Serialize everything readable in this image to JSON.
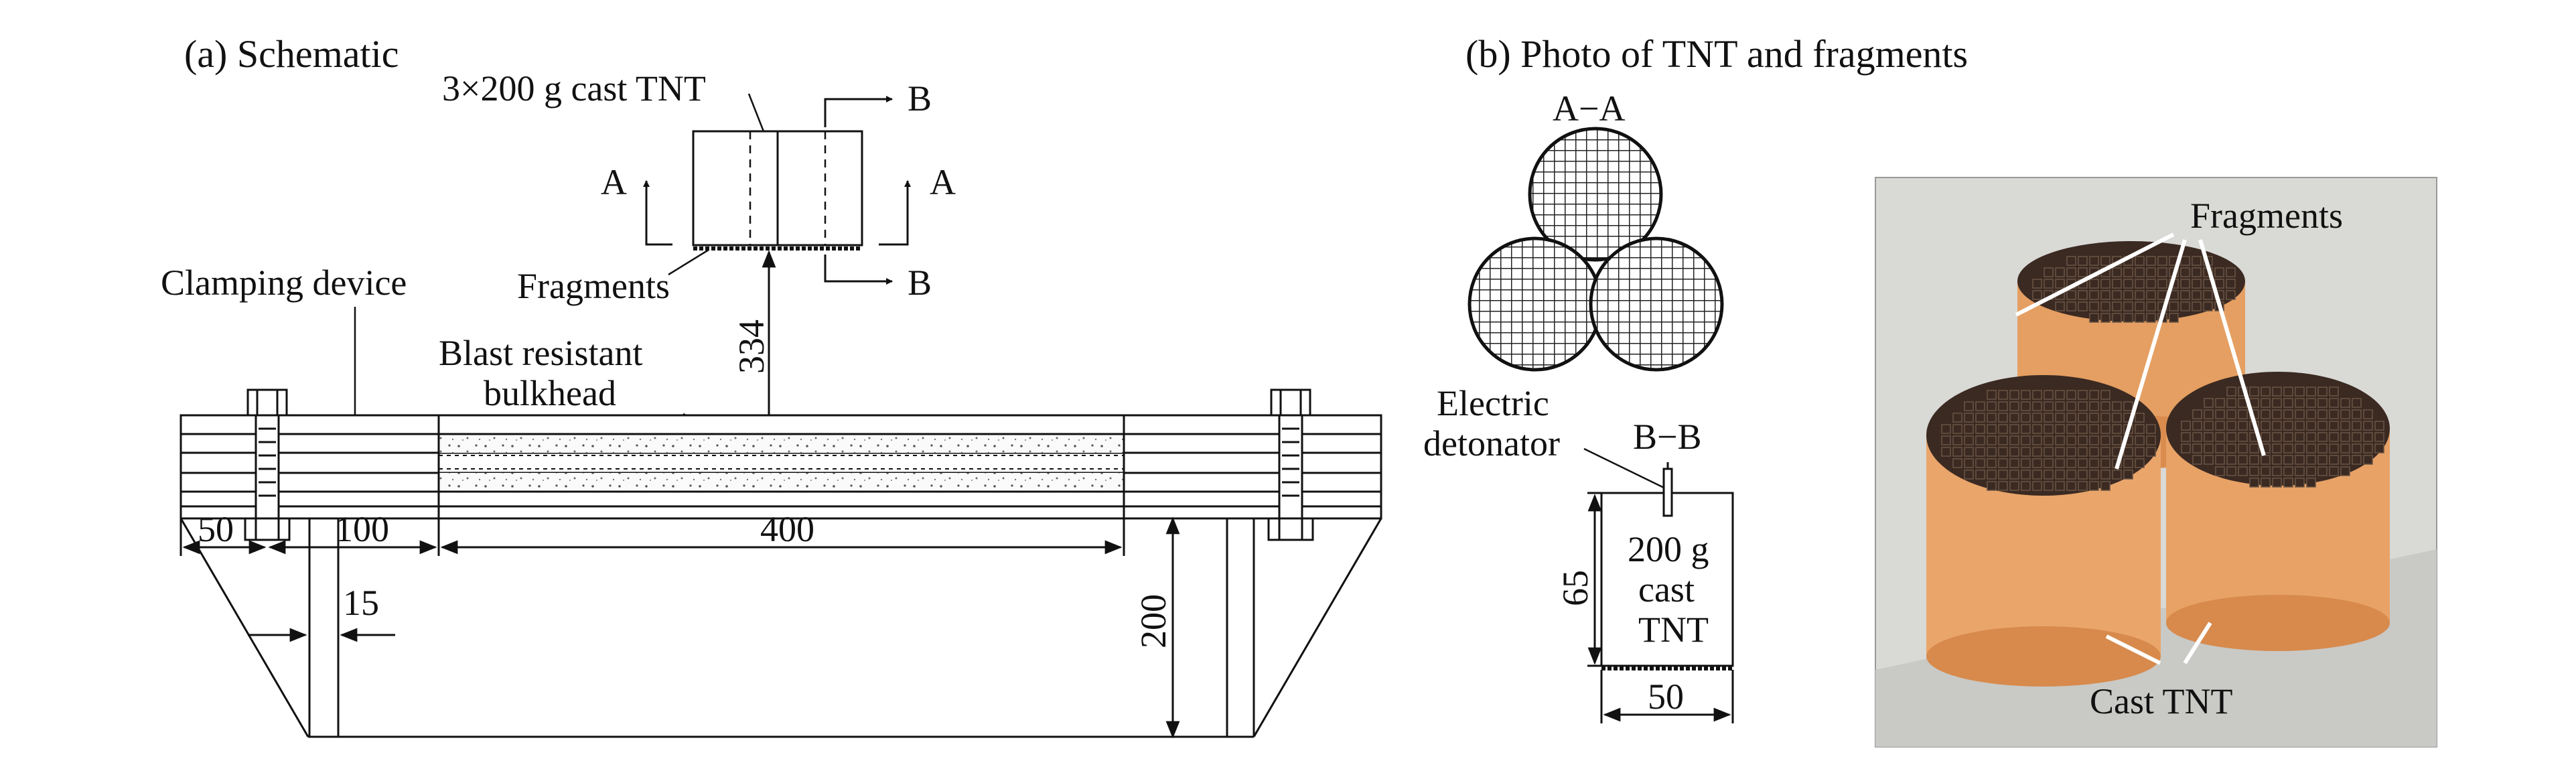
{
  "panel_a": {
    "title": "(a) Schematic",
    "labels": {
      "charge": "3×200 g cast TNT",
      "fragments": "Fragments",
      "clamping": "Clamping device",
      "bulkhead_line1": "Blast resistant",
      "bulkhead_line2": "bulkhead",
      "section_a_left": "A",
      "section_a_right": "A",
      "section_b_top": "B",
      "section_b_bottom": "B"
    },
    "dimensions": {
      "standoff": "334",
      "edge": "50",
      "clamp_width": "100",
      "span": "400",
      "leg": "15",
      "height": "200"
    }
  },
  "panel_b": {
    "title": "(b) Photo of TNT and fragments",
    "section_aa": "A−A",
    "section_bb": "B−B",
    "detonator_line1": "Electric",
    "detonator_line2": "detonator",
    "charge_line1": "200 g",
    "charge_line2": "cast",
    "charge_line3": "TNT",
    "dim_height": "65",
    "dim_width": "50",
    "photo_fragments": "Fragments",
    "photo_tnt": "Cast TNT"
  },
  "colors": {
    "line": "#111111",
    "photo_bg": "#d9d9d6",
    "tnt_wrap": "#e9a36a",
    "fragment": "#3b2a22"
  }
}
